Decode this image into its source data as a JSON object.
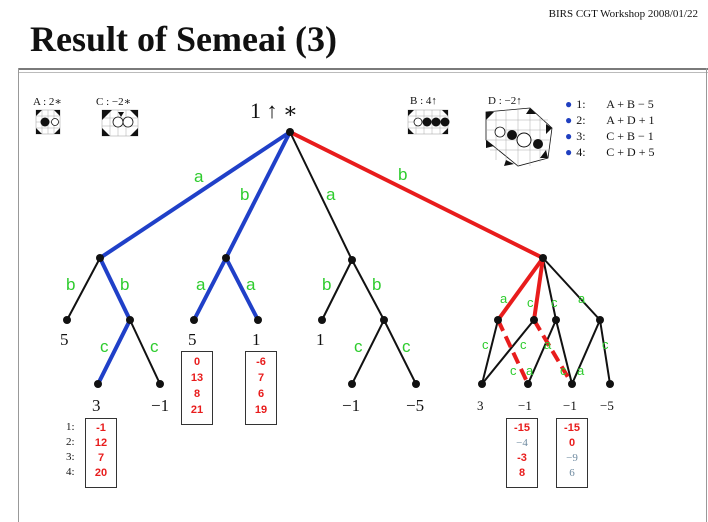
{
  "header": {
    "title": "Result of Semeai (3)",
    "workshop": "BIRS CGT Workshop 2008/01/22"
  },
  "games": [
    {
      "id": "A",
      "label": "A : 2∗"
    },
    {
      "id": "C",
      "label": "C : −2∗"
    },
    {
      "id": "B",
      "label": "B : 4↑"
    },
    {
      "id": "D",
      "label": "D : −2↑"
    }
  ],
  "formulas": [
    {
      "index": "1:",
      "expr": "A + B − 5"
    },
    {
      "index": "2:",
      "expr": "A + D + 1"
    },
    {
      "index": "3:",
      "expr": "C + B − 1"
    },
    {
      "index": "4:",
      "expr": "C + D + 5"
    }
  ],
  "root": {
    "label": "1 ↑ ∗"
  },
  "edge_labels": [
    "a",
    "b"
  ],
  "leaf_values": [
    "5",
    "3",
    "−1",
    "5",
    "1",
    "1",
    "−1",
    "−5",
    "3",
    "−1",
    "−1",
    "−5"
  ],
  "value_boxes": [
    {
      "values": [
        "-1",
        "12",
        "7",
        "20"
      ],
      "styles": [
        "red",
        "red",
        "red",
        "red"
      ]
    },
    {
      "values": [
        "0",
        "13",
        "8",
        "21"
      ],
      "styles": [
        "red",
        "red",
        "red",
        "red"
      ]
    },
    {
      "values": [
        "-6",
        "7",
        "6",
        "19"
      ],
      "styles": [
        "red",
        "red",
        "red",
        "red"
      ]
    },
    {
      "values": [
        "-15",
        "−4",
        "-3",
        "8"
      ],
      "styles": [
        "red",
        "gray",
        "red",
        "red"
      ]
    },
    {
      "values": [
        "-15",
        "0",
        "−9",
        "6"
      ],
      "styles": [
        "red",
        "red",
        "gray",
        "gray"
      ]
    }
  ],
  "row_indices": [
    "1:",
    "2:",
    "3:",
    "4:"
  ],
  "colors": {
    "blue_path": "#2040c8",
    "red_path": "#e81c1c",
    "edge_label": "#2ecc2e",
    "value": "#e81c1c"
  }
}
